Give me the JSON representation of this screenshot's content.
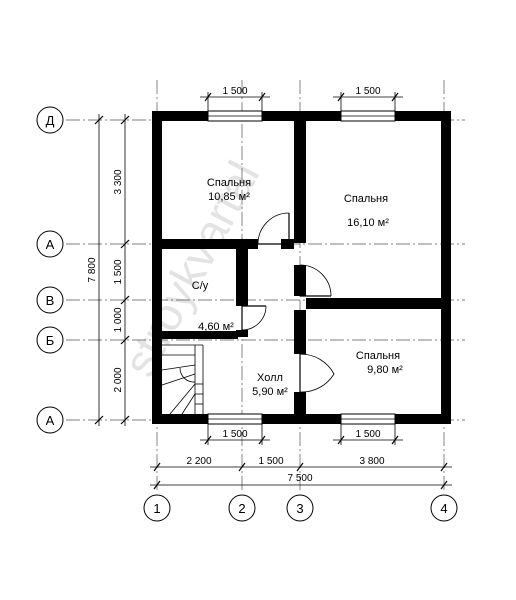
{
  "rooms": [
    {
      "name": "Спальня",
      "area": "10,85 м²"
    },
    {
      "name": "Спальня",
      "area": "16,10 м²"
    },
    {
      "name": "С/у",
      "area": "4,60 м²"
    },
    {
      "name": "Холл",
      "area": "5,90 м²"
    },
    {
      "name": "Спальня",
      "area": "9,80 м²"
    }
  ],
  "dimensions": {
    "window_top_left": "1 500",
    "window_top_right": "1 500",
    "window_bottom_left": "1 500",
    "window_bottom_right": "1 500",
    "bottom_segments": [
      "2 200",
      "1 500",
      "3 800"
    ],
    "bottom_total": "7 500",
    "left_segments": [
      "3 300",
      "1 500",
      "1 000",
      "2 000"
    ],
    "left_total": "7 800"
  },
  "axes": {
    "rows": [
      "Д",
      "А",
      "В",
      "Б",
      "А"
    ],
    "columns": [
      "1",
      "2",
      "3",
      "4"
    ]
  },
  "watermark": "stroykvartal"
}
